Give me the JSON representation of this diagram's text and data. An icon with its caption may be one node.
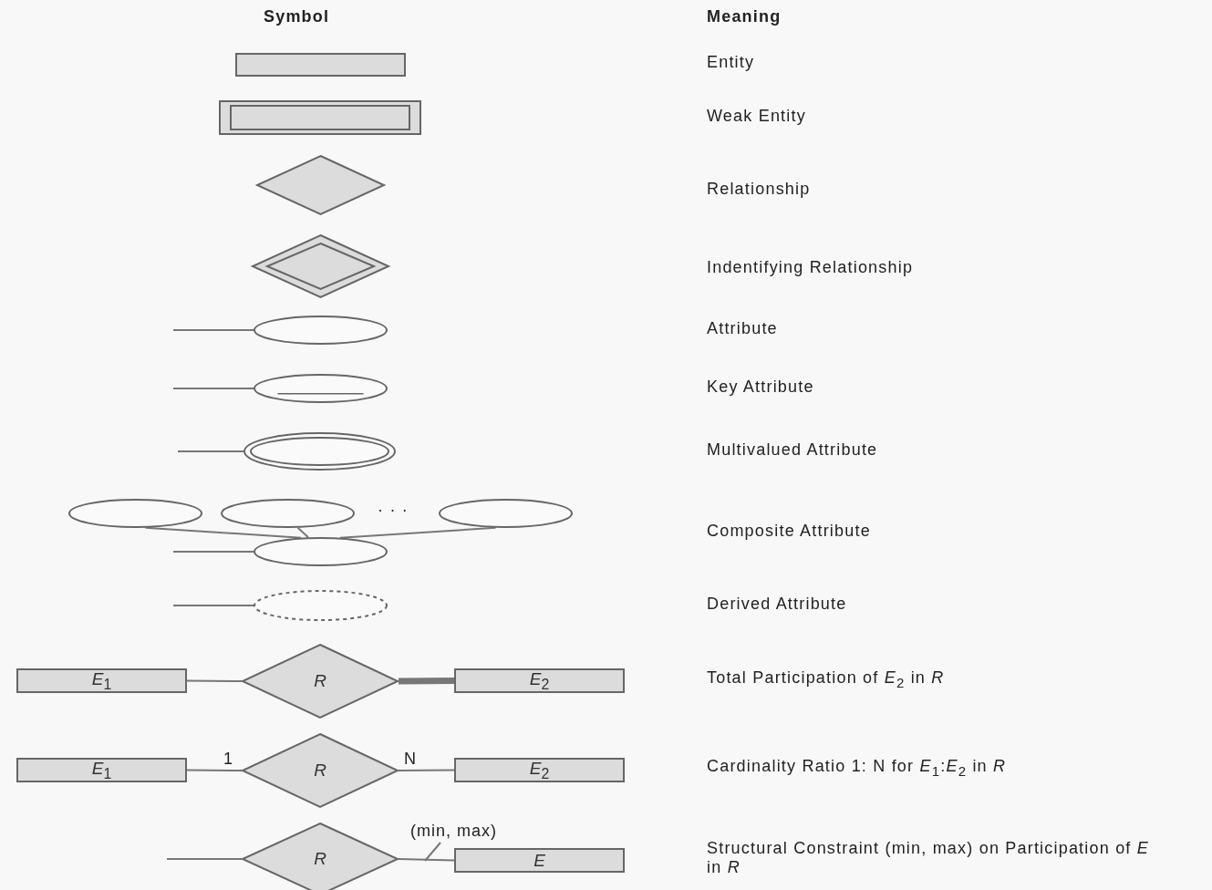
{
  "diagram": {
    "nodes": [
      {
        "text": [],
        "shape": "box"
      },
      {
        "text": [],
        "shape": "box"
      },
      {
        "text": [],
        "shape": "diamond"
      },
      {
        "text": [],
        "shape": "diamond"
      },
      {
        "text": [],
        "shape": "ellipse"
      },
      {
        "text": [],
        "shape": "ellipse"
      },
      {
        "text": [],
        "shape": "ellipse"
      },
      {
        "text": [],
        "shape": "ellipse"
      },
      {
        "text": [],
        "shape": "ellipse"
      },
      {
        "text": [],
        "shape": "ellipse"
      },
      {
        "text": [],
        "shape": "ellipse"
      },
      {
        "text": [],
        "shape": "ellipse"
      },
      {
        "text": [
          "*E*$_{1}$"
        ]
      },
      {
        "text": [
          "*R*"
        ]
      },
      {
        "text": [
          "*E*$_{2}$"
        ]
      },
      {
        "text": [
          "*E*$_{1}$"
        ]
      },
      {
        "text": [
          "*R*"
        ]
      },
      {
        "text": [
          "*E*$_{2}$"
        ]
      },
      {
        "text": [
          "*R*"
        ]
      },
      {
        "text": [
          "*E*"
        ]
      }
    ],
    "edges": [
      {
        "from": null,
        "to": 4,
        "arrow": "none"
      },
      {
        "from": null,
        "to": 5,
        "arrow": "none"
      },
      {
        "from": null,
        "to": 6,
        "arrow": "none"
      },
      {
        "from": 7,
        "to": 10,
        "arrow": "none"
      },
      {
        "from": 8,
        "to": 10,
        "arrow": "none"
      },
      {
        "from": 9,
        "to": 10,
        "arrow": "none"
      },
      {
        "from": null,
        "to": 10,
        "arrow": "none"
      },
      {
        "from": null,
        "to": 11,
        "arrow": "none"
      },
      {
        "from": 12,
        "to": 13,
        "arrow": "none"
      },
      {
        "from": 13,
        "to": 14,
        "arrow": "none",
        "style": "thick"
      },
      {
        "from": 15,
        "to": 16,
        "arrow": "none",
        "label": "1"
      },
      {
        "from": 16,
        "to": 17,
        "arrow": "none",
        "label": "N"
      },
      {
        "from": null,
        "to": 18,
        "arrow": "none"
      },
      {
        "from": 18,
        "to": 19,
        "arrow": "none",
        "label": "(min, max)"
      }
    ],
    "labels": [
      "Symbol",
      "Meaning",
      "Entity",
      "Weak Entity",
      "Relationship",
      "Indentifying Relationship",
      "Attribute",
      "Key Attribute",
      "Multivalued Attribute",
      "· · ·",
      "Composite Attribute",
      "Derived Attribute",
      "Total Participation of *E*$_{2}$ in *R*",
      "Cardinality Ratio 1: N for *E*$_{1}$:*E*$_{2}$ in *R*",
      "Structural Constraint (min, max) on Participation of *E* in *R*"
    ]
  }
}
